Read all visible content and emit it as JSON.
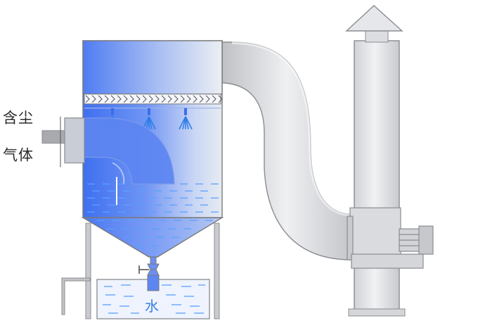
{
  "labels": {
    "inlet_line1": "含尘",
    "inlet_line2": "气体",
    "water": "水"
  },
  "colors": {
    "scrubber_blue": "#3f6ff0",
    "water_dash": "#5aa0ff",
    "duct_gray": "#d7d8db",
    "outline": "#7a7a7a",
    "label_text": "#2b2b2b",
    "water_text": "#3b7fe0"
  },
  "components": [
    "scrubber-tank",
    "inlet-duct",
    "spray-nozzles",
    "mist-eliminator",
    "hopper-drain",
    "water-tank",
    "gooseneck-duct",
    "exhaust-stack",
    "stack-cap",
    "fan-housing"
  ]
}
